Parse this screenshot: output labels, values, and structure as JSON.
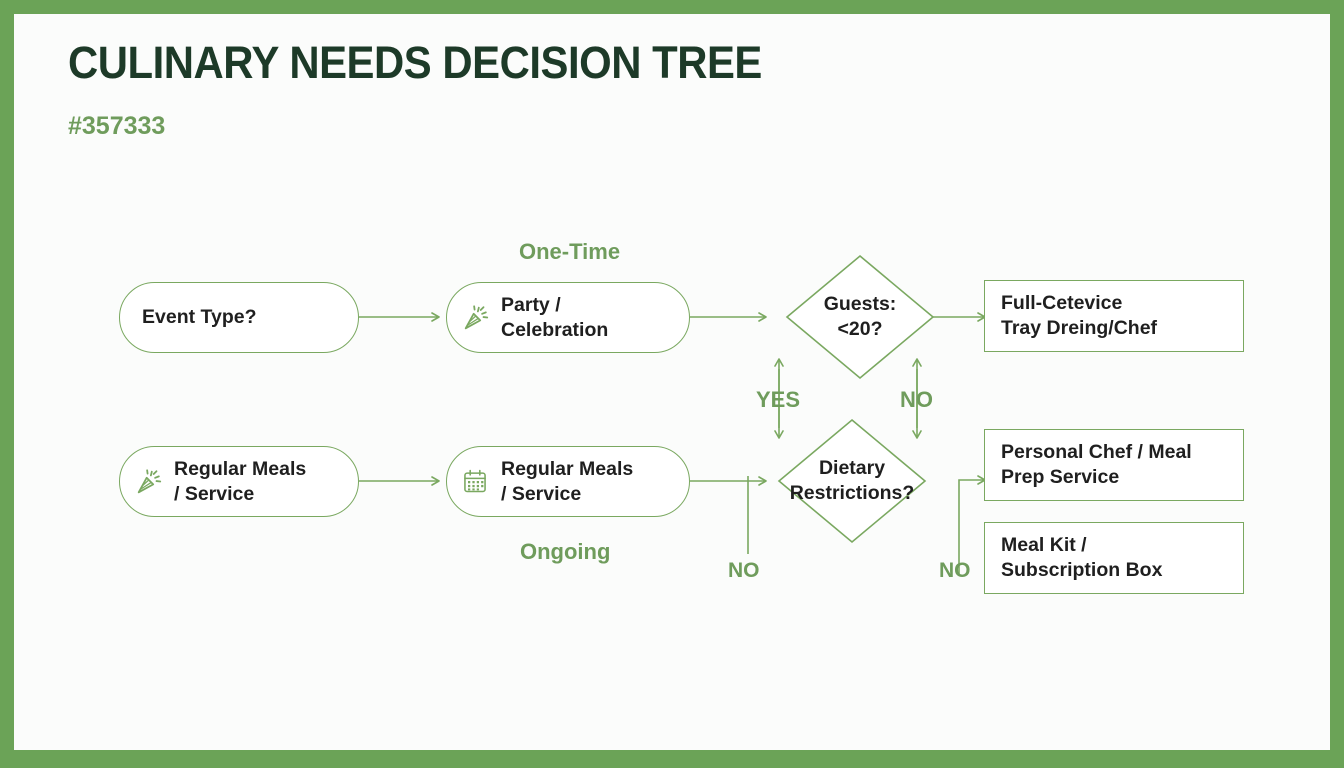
{
  "slide": {
    "title": "CULINARY NEEDS DECISION TREE",
    "subtitle": "#357333",
    "frame_color": "#6ba357",
    "canvas_color": "#fbfcfb",
    "accent_color": "#7aa860",
    "title_color": "#1d3a28",
    "label_color": "#6f9c5c",
    "text_color": "#1f1f1f"
  },
  "diagram": {
    "type": "decision-tree",
    "nodes": [
      {
        "id": "event-type",
        "shape": "pill",
        "text": "Event Type?",
        "icon": null
      },
      {
        "id": "party",
        "shape": "pill",
        "text": "Party /\nCelebration",
        "icon": "party-popper-icon"
      },
      {
        "id": "guests",
        "shape": "diamond",
        "text": "Guests:\n<20?",
        "icon": null
      },
      {
        "id": "full-service",
        "shape": "rect",
        "text": "Full-Cetevice\nTray Dreing/Chef",
        "icon": null
      },
      {
        "id": "regular-left",
        "shape": "pill",
        "text": "Regular Meals\n/ Service",
        "icon": "party-popper-icon"
      },
      {
        "id": "regular-right",
        "shape": "pill",
        "text": "Regular Meals\n/ Service",
        "icon": "calendar-icon"
      },
      {
        "id": "dietary",
        "shape": "diamond",
        "text": "Dietary\nRestrictions?",
        "icon": null
      },
      {
        "id": "personal-chef",
        "shape": "rect",
        "text": "Personal Chef / Meal\nPrep Service",
        "icon": null
      },
      {
        "id": "meal-kit",
        "shape": "rect",
        "text": "Meal Kit /\nSubscription Box",
        "icon": null
      }
    ],
    "node_text": {
      "event_type": "Event Type?",
      "party_line1": "Party /",
      "party_line2": "Celebration",
      "guests_line1": "Guests:",
      "guests_line2": "<20?",
      "full_service_line1": "Full-Cetevice",
      "full_service_line2": "Tray Dreing/Chef",
      "regular_left_line1": "Regular Meals",
      "regular_left_line2": "/ Service",
      "regular_right_line1": "Regular Meals",
      "regular_right_line2": "/ Service",
      "dietary_line1": "Dietary",
      "dietary_line2": "Restrictions?",
      "personal_chef_line1": "Personal Chef / Meal",
      "personal_chef_line2": "Prep Service",
      "meal_kit_line1": "Meal Kit /",
      "meal_kit_line2": "Subscription Box"
    },
    "edge_labels": {
      "one_time": "One-Time",
      "ongoing": "Ongoing",
      "yes": "YES",
      "no_right": "NO",
      "no_bottom_left": "NO",
      "no_bottom_right": "NO"
    }
  }
}
